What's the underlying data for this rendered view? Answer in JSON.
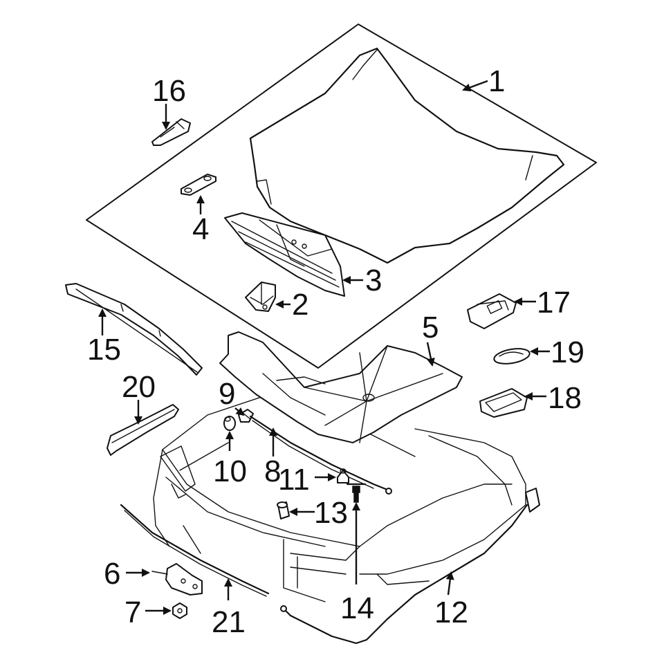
{
  "callouts": {
    "c1": "1",
    "c2": "2",
    "c3": "3",
    "c4": "4",
    "c5": "5",
    "c6": "6",
    "c7": "7",
    "c8": "8",
    "c9": "9",
    "c10": "10",
    "c11": "11",
    "c12": "12",
    "c13": "13",
    "c14": "14",
    "c15": "15",
    "c16": "16",
    "c17": "17",
    "c18": "18",
    "c19": "19",
    "c20": "20",
    "c21": "21"
  },
  "colors": {
    "line": "#111111",
    "background": "#ffffff"
  }
}
